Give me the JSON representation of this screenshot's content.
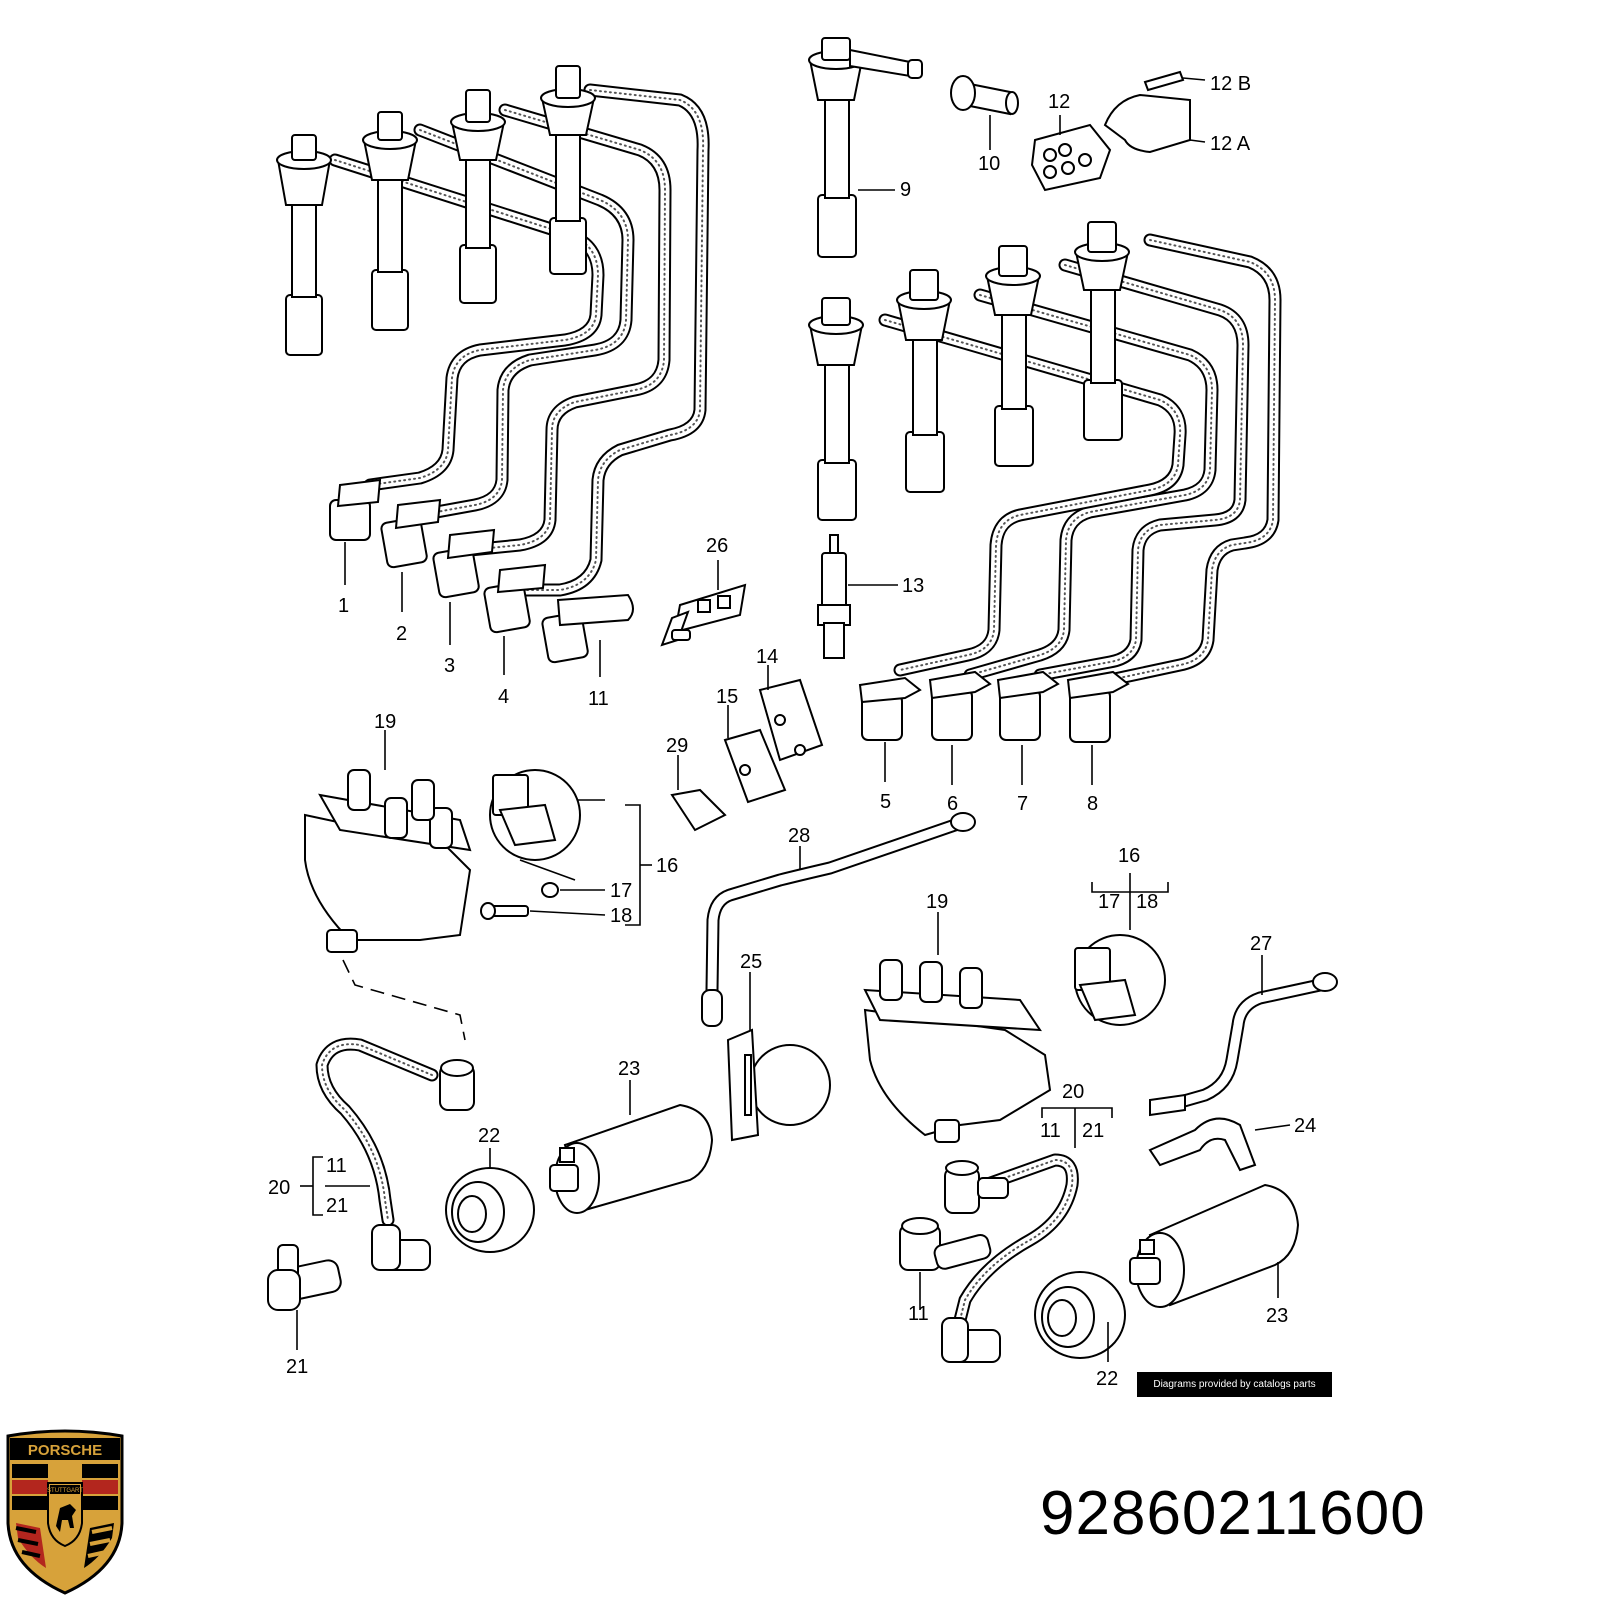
{
  "callouts": {
    "c1": "1",
    "c2": "2",
    "c3": "3",
    "c4": "4",
    "c11a": "11",
    "c9": "9",
    "c10": "10",
    "c12": "12",
    "c12a": "12 A",
    "c12b": "12 B",
    "c13": "13",
    "c26": "26",
    "c14": "14",
    "c15": "15",
    "c29": "29",
    "c5": "5",
    "c6": "6",
    "c7": "7",
    "c8": "8",
    "c19a": "19",
    "c16a": "16",
    "c17a": "17",
    "c18a": "18",
    "c28": "28",
    "c19b": "19",
    "c16b": "16",
    "c17b": "17",
    "c18b": "18",
    "c25": "25",
    "c23a": "23",
    "c22a": "22",
    "c20a": "20",
    "c11b": "11",
    "c21a": "21",
    "c21b": "21",
    "c27": "27",
    "c24": "24",
    "c20b": "20",
    "c11c": "11",
    "c21c": "21",
    "c11d": "11",
    "c22b": "22",
    "c23b": "23"
  },
  "credit": "Diagrams provided by catalogs parts",
  "part_number": "92860211600",
  "logo": {
    "wordmark": "PORSCHE",
    "city": "STUTTGART"
  },
  "colors": {
    "ink": "#000000",
    "background": "#ffffff",
    "logo_gold": "#d7a23a",
    "logo_red": "#b3261e"
  }
}
